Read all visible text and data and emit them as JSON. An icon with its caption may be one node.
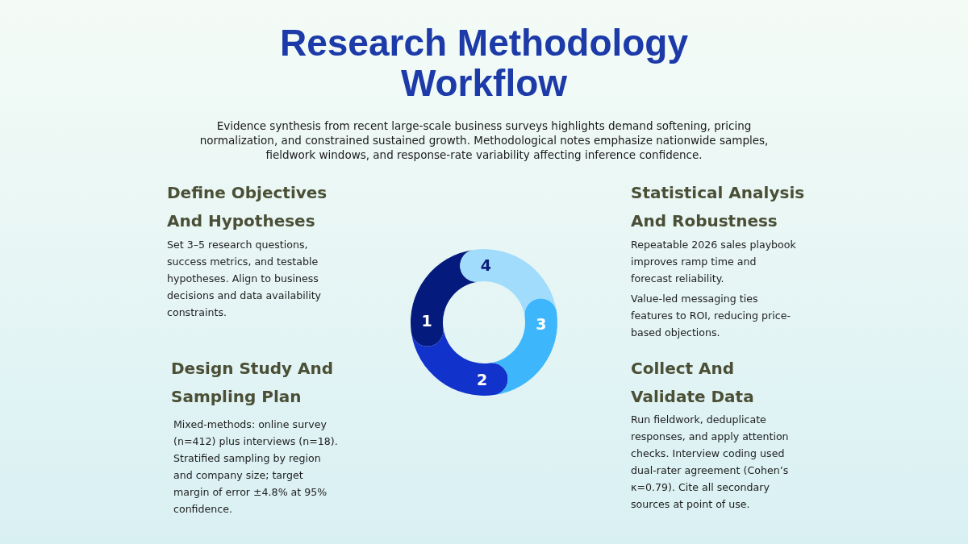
{
  "diagram": {
    "title": "Research Methodology Workflow",
    "nodes": [
      {
        "text": [
          "1"
        ]
      },
      {
        "text": [
          "2"
        ]
      },
      {
        "text": [
          "3"
        ]
      },
      {
        "text": [
          "4"
        ]
      }
    ],
    "labels": [
      "Evidence synthesis from recent large-scale business surveys highlights demand softening, pricing normalization, and constrained sustained growth. Methodological notes emphasize nationwide samples, fieldwork windows, and response-rate variability affecting inference confidence.",
      "Define Objectives And Hypotheses",
      "Set 3–5 research questions, success metrics, and testable hypotheses. Align to business decisions and data availability constraints.",
      "Statistical Analysis And Robustness",
      "Repeatable 2026 sales playbook improves ramp time and forecast reliability.",
      "Value-led messaging ties features to ROI, reducing price-based objections.",
      "Design Study And Sampling Plan",
      "Mixed-methods: online survey (n=412) plus interviews (n=18). Stratified sampling by region and company size; target margin of error ±4.8% at 95% confidence.",
      "Collect And Validate Data",
      "Run fieldwork, deduplicate responses, and apply attention checks. Interview coding used dual-rater agreement (Cohen’s κ=0.79). Cite all secondary sources at point of use."
    ]
  }
}
